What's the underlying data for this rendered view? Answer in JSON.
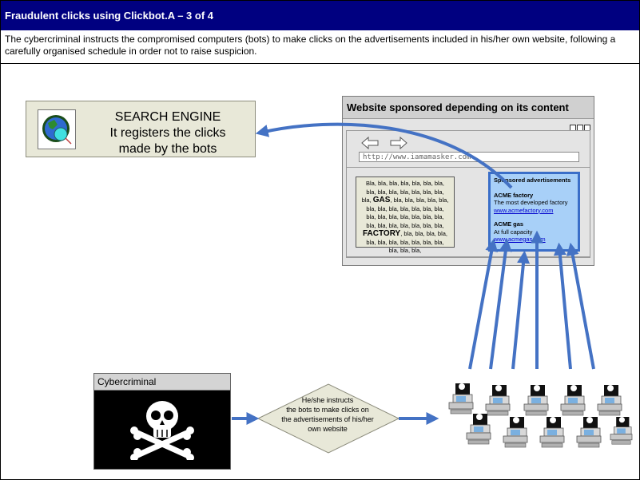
{
  "header": {
    "title": "Fraudulent clicks using Clickbot.A – 3 of 4"
  },
  "description": "The cybercriminal instructs the compromised computers (bots) to make clicks on the advertisements included in his/her own website, following a carefully organised schedule in order not to raise suspicion.",
  "search_engine": {
    "line1": "SEARCH ENGINE",
    "line2": "It registers the clicks",
    "line3": "made by the bots",
    "icon": "search-engine-icon"
  },
  "browser": {
    "title": "Website sponsored depending on its content",
    "url": "http://www.iamamasker.com",
    "content_lines": [
      "Bla, bla, bla, bla, bla, bla, bla,",
      "bla, bla, bla, bla, bla, bla, bla,",
      "bla, GAS, bla, bla, bla, bla, bla,",
      "bla, bla, bla, bla, bla, bla, bla,",
      "bla, bla, bla, bla, bla, bla, bla,",
      "bla, bla, bla, bla,  bla, bla, bla,",
      "FACTORY, bla, bla, bla, bla,",
      "bla, bla, bla, bla, bla, bla, bla,",
      "bla, bla, bla,"
    ],
    "ads": {
      "heading": "Sponsored advertisements",
      "ad1_title": "ACME factory",
      "ad1_text": "The most developed factory",
      "ad1_link": "www.acmefactory.com",
      "ad2_title": "ACME gas",
      "ad2_text": "At full capacity",
      "ad2_link": "www.acmegas.com"
    }
  },
  "cybercriminal": {
    "label": "Cybercriminal",
    "icon": "skull-crossbones-icon"
  },
  "instruction": {
    "line1": "He/she instructs",
    "line2": "the bots to make clicks on",
    "line3": "the advertisements of his/her",
    "line4": "own website"
  },
  "bots": {
    "icon": "bot-computer-icon",
    "count": 10
  },
  "colors": {
    "title_bg": "#000080",
    "arrow": "#4472c4",
    "ads_bg": "#a8d0f8",
    "box_bg": "#e8e8d8"
  }
}
